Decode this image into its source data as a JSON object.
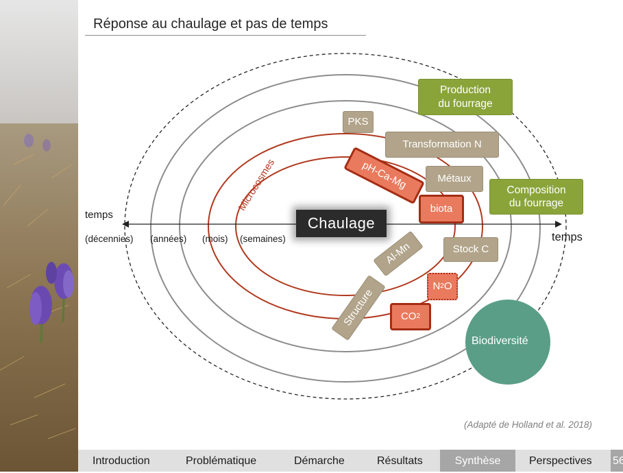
{
  "slide": {
    "title": "Réponse au chaulage et pas de temps",
    "credit": "(Adapté de Holland et al. 2018)",
    "page_number": "56"
  },
  "diagram": {
    "center_label": "Chaulage",
    "axis_label_left": "temps",
    "axis_label_right": "temps",
    "timescales": [
      "(décennies)",
      "(années)",
      "(mois)",
      "(semaines)"
    ],
    "ring_label": "Microcosmes",
    "boxes": {
      "pks": "PKS",
      "transformation_n": "Transformation N",
      "ph_ca_mg": "pH-Ca-Mg",
      "metaux": "Métaux",
      "biota": "biota",
      "al_mn": "Al-Mn",
      "stock_c": "Stock C",
      "n2o": "N",
      "n2o_sub": "2",
      "n2o_tail": "O",
      "co2": "CO",
      "co2_sub": "2",
      "structure": "Structure",
      "production_1": "Production",
      "production_2": "du fourrage",
      "composition_1": "Composition",
      "composition_2": "du fourrage",
      "biodiversite": "Biodiversité"
    },
    "colors": {
      "gray_box": "#b1a48a",
      "green_box": "#8aa43a",
      "red_box": "#ea7a5e",
      "red_ring": "#b0391e",
      "biodiversity": "#5a9e88"
    }
  },
  "navbar": {
    "items": [
      "Introduction",
      "Problématique",
      "Démarche",
      "Résultats",
      "Synthèse",
      "Perspectives"
    ],
    "active": "Synthèse"
  }
}
